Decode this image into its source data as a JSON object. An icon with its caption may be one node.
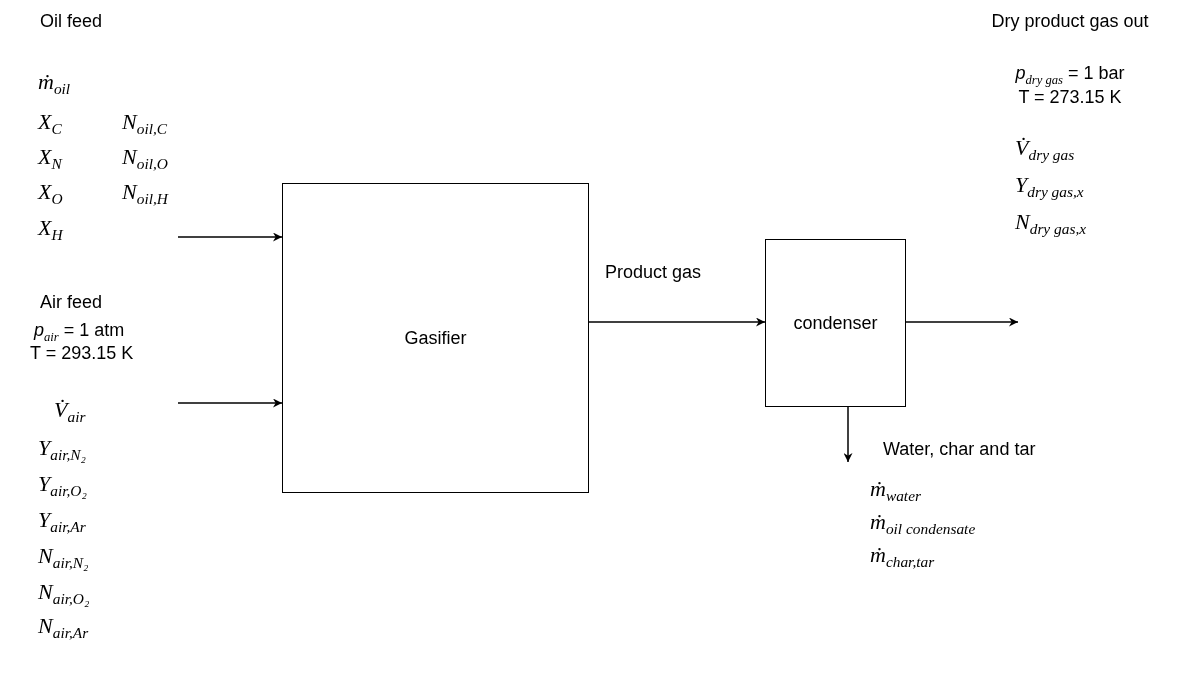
{
  "diagram": {
    "nodes": [
      {
        "text": [
          "Gasifier"
        ]
      },
      {
        "text": [
          "condenser"
        ]
      }
    ],
    "edges": [
      {
        "from": null,
        "to": 0,
        "arrow": "to"
      },
      {
        "from": null,
        "to": 0,
        "arrow": "to"
      },
      {
        "from": 0,
        "to": 1,
        "arrow": "to",
        "label": "Product gas"
      },
      {
        "from": 1,
        "to": null,
        "arrow": "to"
      },
      {
        "from": 1,
        "to": null,
        "arrow": "to"
      }
    ],
    "labels": [
      "Oil feed",
      "ṁ$_{oil}$",
      "X$_{C}$",
      "N$_{oil,C}$",
      "X$_{N}$",
      "N$_{oil,O}$",
      "X$_{O}$",
      "N$_{oil,H}$",
      "X$_{H}$",
      "Air feed",
      "*p*$_{air}$ = 1 atm",
      "T = 293.15 K",
      "V̇$_{air}$",
      "Y$_{air,N₂}$",
      "Y$_{air,O₂}$",
      "Y$_{air,Ar}$",
      "N$_{air,N₂}$",
      "N$_{air,O₂}$",
      "N$_{air,Ar}$",
      "Dry product gas out",
      "*p*$_{dry gas}$ = 1 bar",
      "T = 273.15 K",
      "V̇$_{dry gas}$",
      "Y$_{dry gas,x}$",
      "N$_{dry gas,x}$",
      "Water, char and tar",
      "ṁ$_{water}$",
      "ṁ$_{oil condensate}$",
      "ṁ$_{char,tar}$"
    ]
  }
}
